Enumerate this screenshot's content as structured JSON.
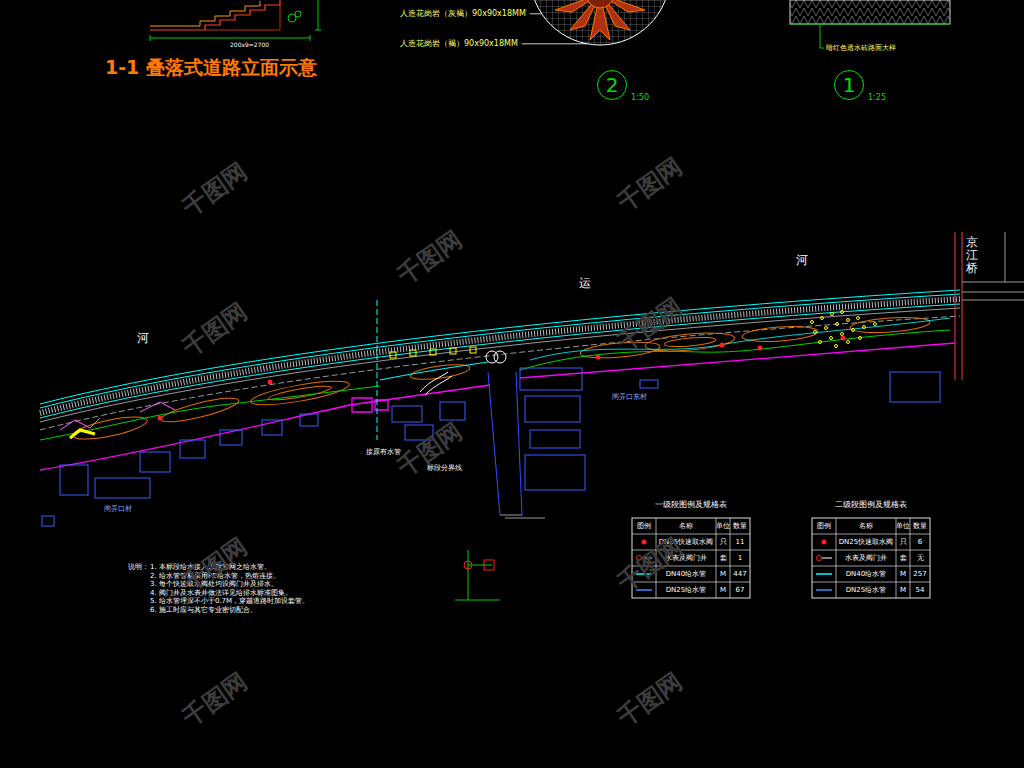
{
  "diagram": {
    "title": "1-1 叠落式道路立面示意",
    "nodes": [
      {
        "text": [
          "2"
        ]
      },
      {
        "text": [
          "1"
        ]
      }
    ],
    "labels": [
      "200x9=2700",
      "人造花岗岩（灰褐）90x90x18MM",
      "人造花岗岩（褐）90x90x18MM",
      "1:50",
      "1:25",
      "暗红色透水砖路面大样",
      "河",
      "运",
      "河",
      "京江桥",
      "接原有水管",
      "标段分界线",
      "闸弄口东村",
      "闸弄口村",
      "一级段图例及规格表",
      "图例",
      "名称",
      "单位",
      "数量",
      "DN25快速取水阀",
      "只",
      "11",
      "水表及阀门井",
      "套",
      "1",
      "DN40给水管",
      "M",
      "447",
      "DN25给水管",
      "M",
      "67",
      "二级段图例及规格表",
      "图例",
      "名称",
      "单位",
      "数量",
      "DN25快速取水阀",
      "只",
      "6",
      "水表及阀门井",
      "套",
      "无",
      "DN40给水管",
      "M",
      "257",
      "DN25给水管",
      "M",
      "54",
      "说明：",
      "1. 本标段给水接入工程管网之给水管。",
      "2. 给水管管材采用PE给水管，热熔连接。",
      "3. 每个快速取水阀处均设阀门井及排水。",
      "4. 阀门井及水表井做法详见给排水标准图集。",
      "5. 给水管埋深不小于0.7M，穿越道路时加设套管。",
      "6. 施工时应与其它专业密切配合。",
      "千图网",
      "千图网",
      "千图网",
      "千图网",
      "千图网",
      "千图网",
      "千图网",
      "千图网",
      "千图网",
      "千图网"
    ]
  }
}
